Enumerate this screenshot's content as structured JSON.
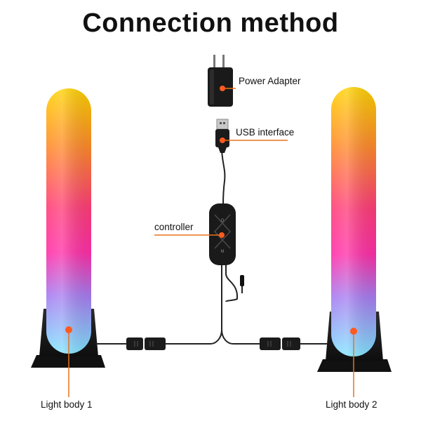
{
  "title": "Connection method",
  "labels": {
    "power_adapter": "Power Adapter",
    "usb_interface": "USB interface",
    "controller": "controller",
    "light_body_1": "Light body 1",
    "light_body_2": "Light body 2"
  },
  "controller_buttons": [
    "O",
    "M"
  ],
  "colors": {
    "callout_line": "#e8731c",
    "callout_dot": "#ff5a1f",
    "base": "#1c1c1c",
    "cable": "#222222",
    "gradient_top": "#ffd500",
    "gradient_mid": "#ff2d8f",
    "gradient_bottom": "#8ce0ff"
  }
}
